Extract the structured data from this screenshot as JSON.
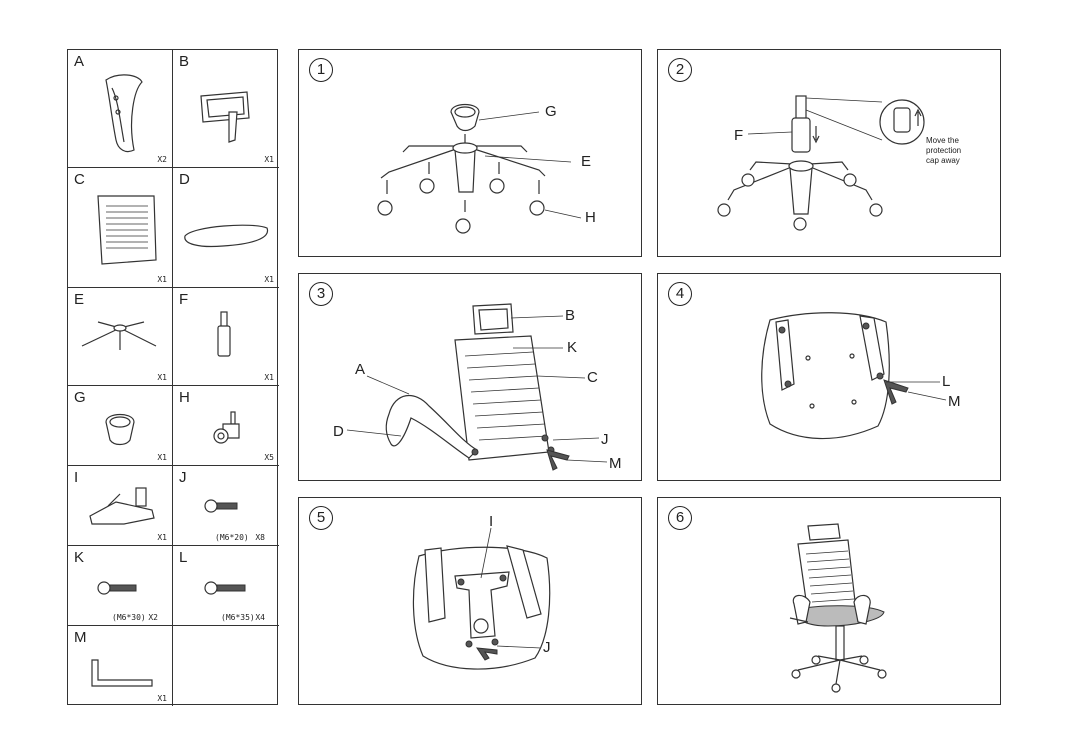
{
  "parts": [
    {
      "letter": "A",
      "qty": "X2",
      "spec": ""
    },
    {
      "letter": "B",
      "qty": "X1",
      "spec": ""
    },
    {
      "letter": "C",
      "qty": "X1",
      "spec": ""
    },
    {
      "letter": "D",
      "qty": "X1",
      "spec": ""
    },
    {
      "letter": "E",
      "qty": "X1",
      "spec": ""
    },
    {
      "letter": "F",
      "qty": "X1",
      "spec": ""
    },
    {
      "letter": "G",
      "qty": "X1",
      "spec": ""
    },
    {
      "letter": "H",
      "qty": "X5",
      "spec": ""
    },
    {
      "letter": "I",
      "qty": "X1",
      "spec": ""
    },
    {
      "letter": "J",
      "qty": "X8",
      "spec": "(M6*20)"
    },
    {
      "letter": "K",
      "qty": "X2",
      "spec": "(M6*30)"
    },
    {
      "letter": "L",
      "qty": "X4",
      "spec": "(M6*35)"
    },
    {
      "letter": "M",
      "qty": "X1",
      "spec": ""
    }
  ],
  "steps": [
    {
      "number": "1",
      "labels": [
        "G",
        "E",
        "H"
      ]
    },
    {
      "number": "2",
      "labels": [
        "F"
      ],
      "note": [
        "Move the",
        "protection",
        "cap away"
      ]
    },
    {
      "number": "3",
      "labels": [
        "B",
        "K",
        "C",
        "A",
        "D",
        "J",
        "M"
      ]
    },
    {
      "number": "4",
      "labels": [
        "L",
        "M"
      ]
    },
    {
      "number": "5",
      "labels": [
        "I",
        "J"
      ]
    },
    {
      "number": "6",
      "labels": []
    }
  ]
}
